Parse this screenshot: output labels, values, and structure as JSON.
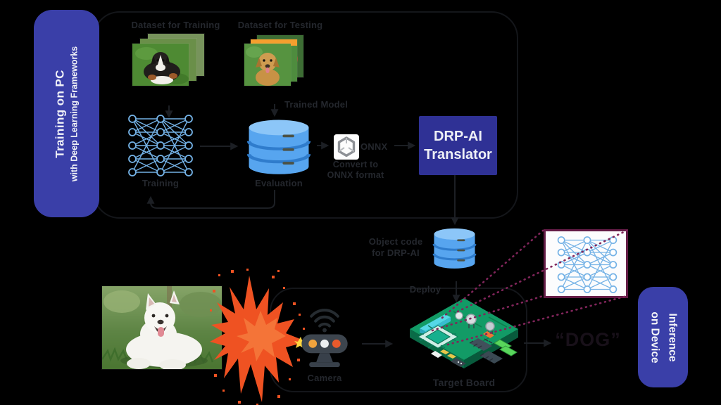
{
  "colors": {
    "background": "#000000",
    "pill_blue": "#3a3fa8",
    "translator_blue": "#2f3195",
    "network_blue": "#74b2e6",
    "database_blue": "#57a5ef",
    "callout_magenta": "#641c46",
    "dotted_line_magenta": "#80255a",
    "splash_orange": "#ef5222",
    "board_green": "#129b66"
  },
  "training_section": {
    "sidebar": {
      "title": "Training on PC",
      "subtitle": "with Deep Learning Frameworks"
    },
    "dataset_training_label": "Dataset for Training",
    "dataset_testing_label": "Dataset for Testing",
    "trained_model_label": "Trained Model",
    "training_label": "Training",
    "evaluation_label": "Evaluation",
    "onnx_label": "ONNX",
    "convert_line1": "Convert to",
    "convert_line2": "ONNX format",
    "translator_line1": "DRP-AI",
    "translator_line2": "Translator"
  },
  "deployment": {
    "object_code_line1": "Object code",
    "object_code_line2": "for DRP-AI",
    "deploy_label": "Deploy"
  },
  "inference_section": {
    "sidebar": {
      "line1": "Inference",
      "line2": "on Device"
    },
    "camera_label": "Camera",
    "board_label": "Target Board",
    "result_label": "“DOG”"
  }
}
